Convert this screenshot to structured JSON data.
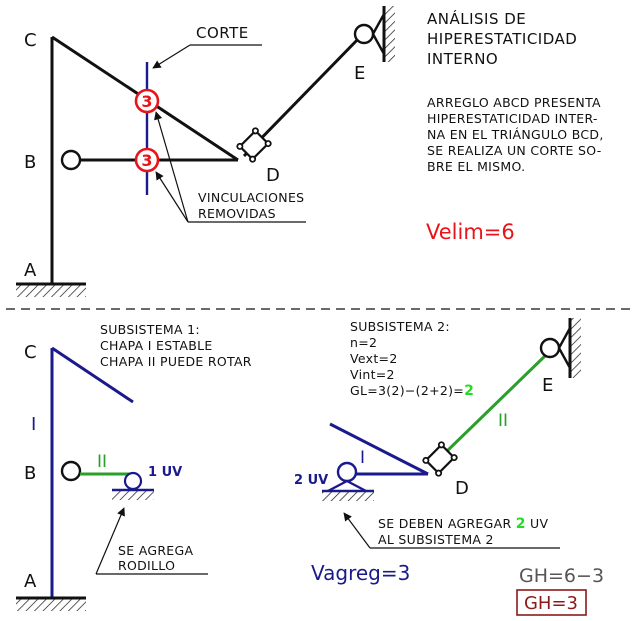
{
  "title": [
    "ANÁLISIS DE",
    "HIPERESTATICIDAD",
    "INTERNO"
  ],
  "description": [
    "ARREGLO ABCD PRESENTA",
    "HIPERESTATICIDAD INTER-",
    "NA EN  EL TRIÁNGULO BCD,",
    "SE REALIZA UN CORTE SO-",
    "BRE EL MISMO."
  ],
  "top": {
    "node_labels": {
      "a": "A",
      "b": "B",
      "c": "C",
      "d": "D",
      "e": "E"
    },
    "corte_label": "CORTE",
    "cut_count_upper": "3",
    "cut_count_lower": "3",
    "vinculaciones": [
      "VINCULACIONES",
      "REMOVIDAS"
    ],
    "velim": "Velim=6"
  },
  "sub1": {
    "heading": [
      "SUBSISTEMA 1:",
      "CHAPA I ESTABLE",
      "CHAPA II PUEDE ROTAR"
    ],
    "node_labels": {
      "a": "A",
      "b": "B",
      "c": "C"
    },
    "chapa_1": "I",
    "chapa_2": "II",
    "uv_label": "1 UV",
    "rodillo_note": [
      "SE AGREGA",
      "RODILLO"
    ]
  },
  "sub2": {
    "heading": [
      "SUBSISTEMA 2:",
      "n=2",
      "Vext=2",
      "Vint=2"
    ],
    "gl_prefix": "GL=3(2)−(2+2)=",
    "gl_value": "2",
    "node_labels": {
      "d": "D",
      "e": "E"
    },
    "chapa_1": "I",
    "chapa_2": "II",
    "uv_label": "2 UV",
    "agregar_prefix": "SE DEBEN AGREGAR ",
    "agregar_value": "2",
    "agregar_suffix": " UV",
    "agregar_line2": "AL SUBSISTEMA 2"
  },
  "vagreg": "Vagreg=3",
  "gh_formula": "GH=6−3",
  "gh_result": "GH=3",
  "colors": {
    "structure": "#111111",
    "cut_red": "#e8141b",
    "member_blue": "#1a1a8c",
    "member_green": "#2aa02a",
    "highlight_green": "#22dd22",
    "gh_box": "#8b1a1a",
    "gh_formula": "#555555"
  }
}
